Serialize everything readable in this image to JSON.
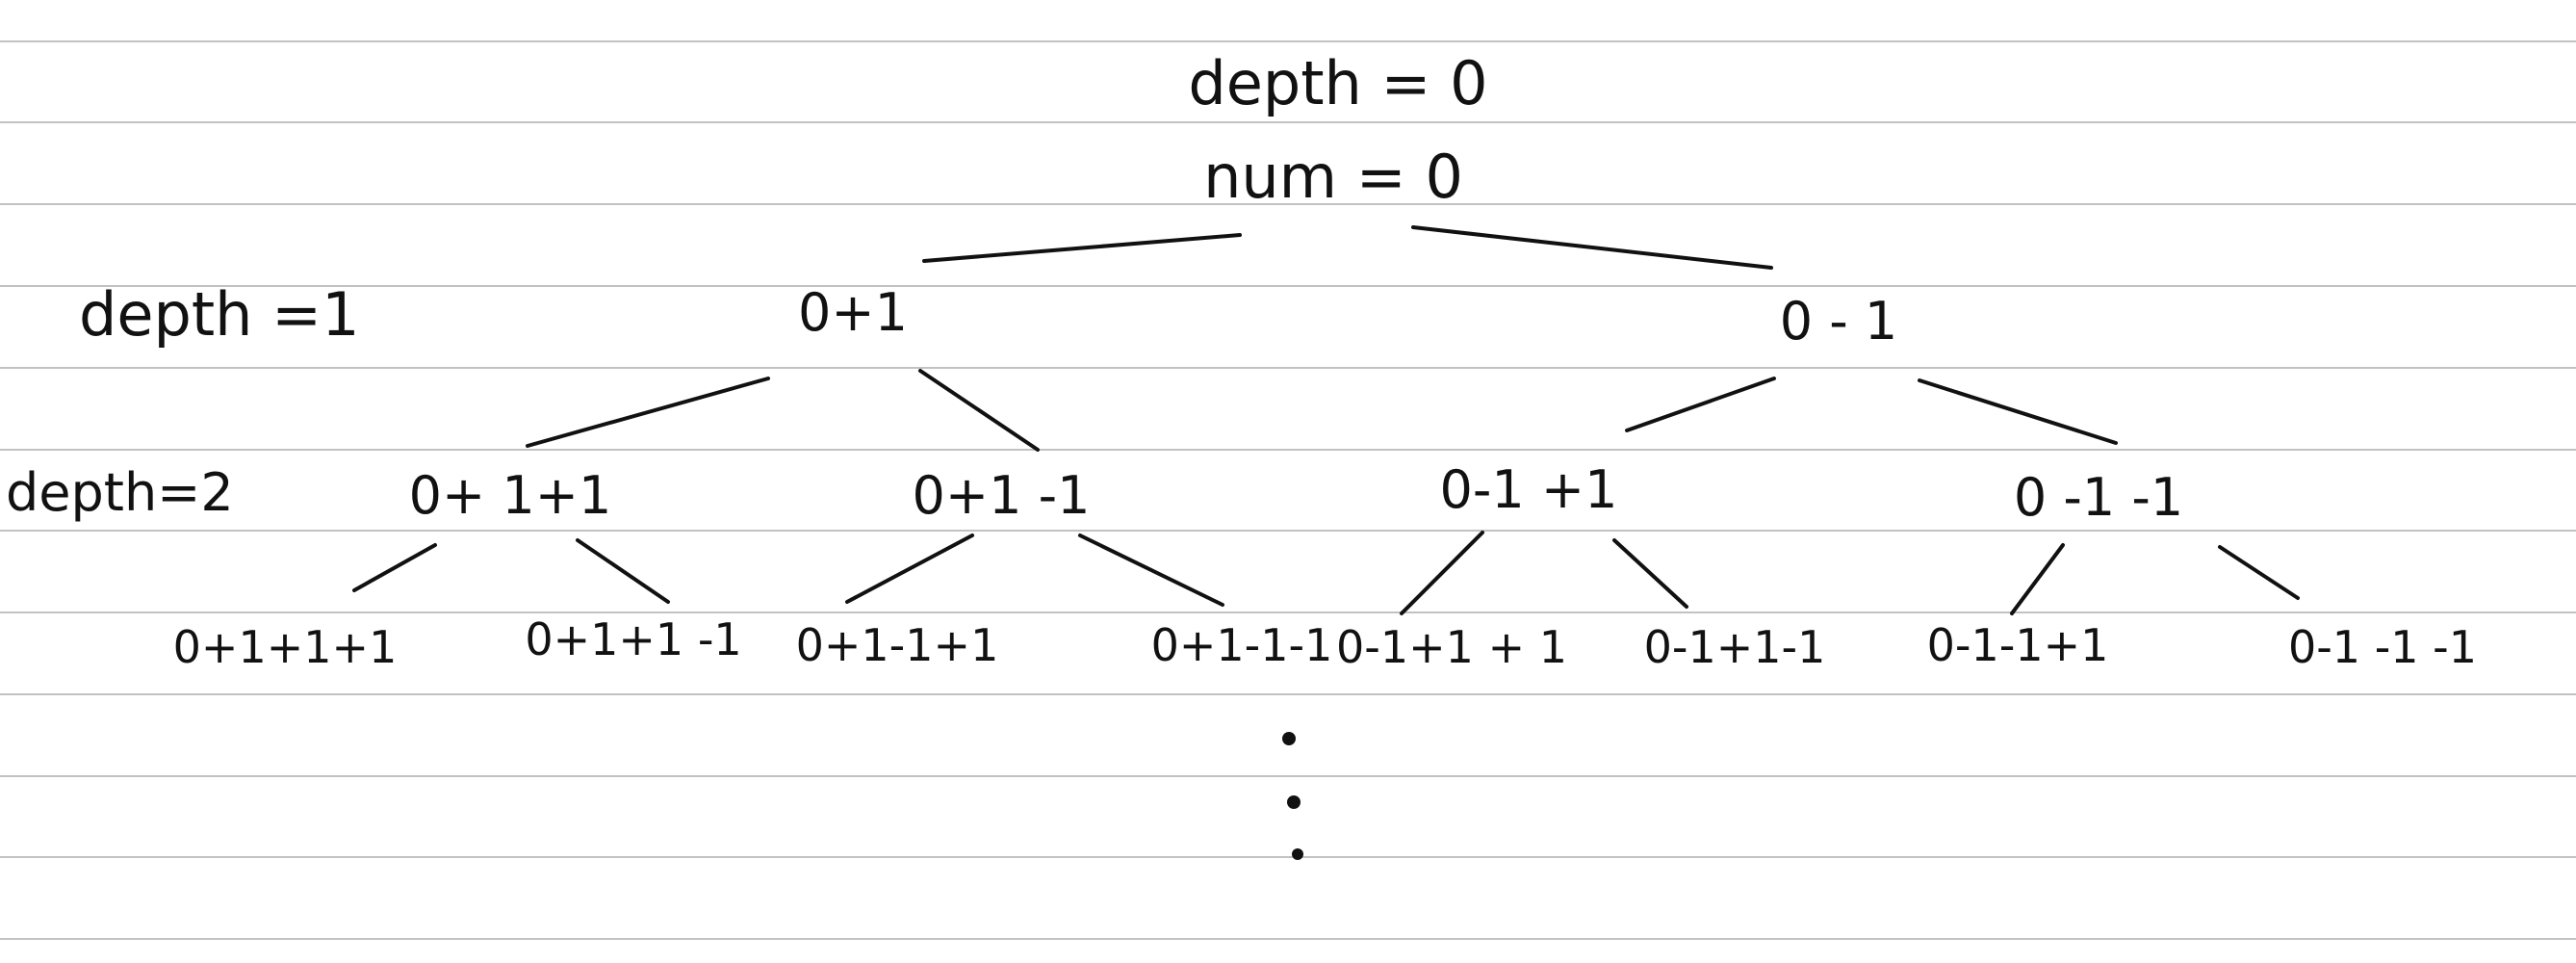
{
  "root": {
    "depth_label": "depth = 0",
    "num_label": "num = 0"
  },
  "depth_labels": {
    "d1": "depth =1",
    "d2": "depth=2"
  },
  "level1": [
    "0+1",
    "0 - 1"
  ],
  "level2": [
    "0+ 1+1",
    "0+1 -1",
    "0-1 +1",
    "0 -1  -1"
  ],
  "level3": [
    "0+1+1+1",
    "0+1+1 -1",
    "0+1-1+1",
    "0+1-1-1",
    "0-1+1 + 1",
    "0-1+1-1",
    "0-1-1+1",
    "0-1 -1 -1"
  ],
  "continuation": {
    "dots": 3
  }
}
